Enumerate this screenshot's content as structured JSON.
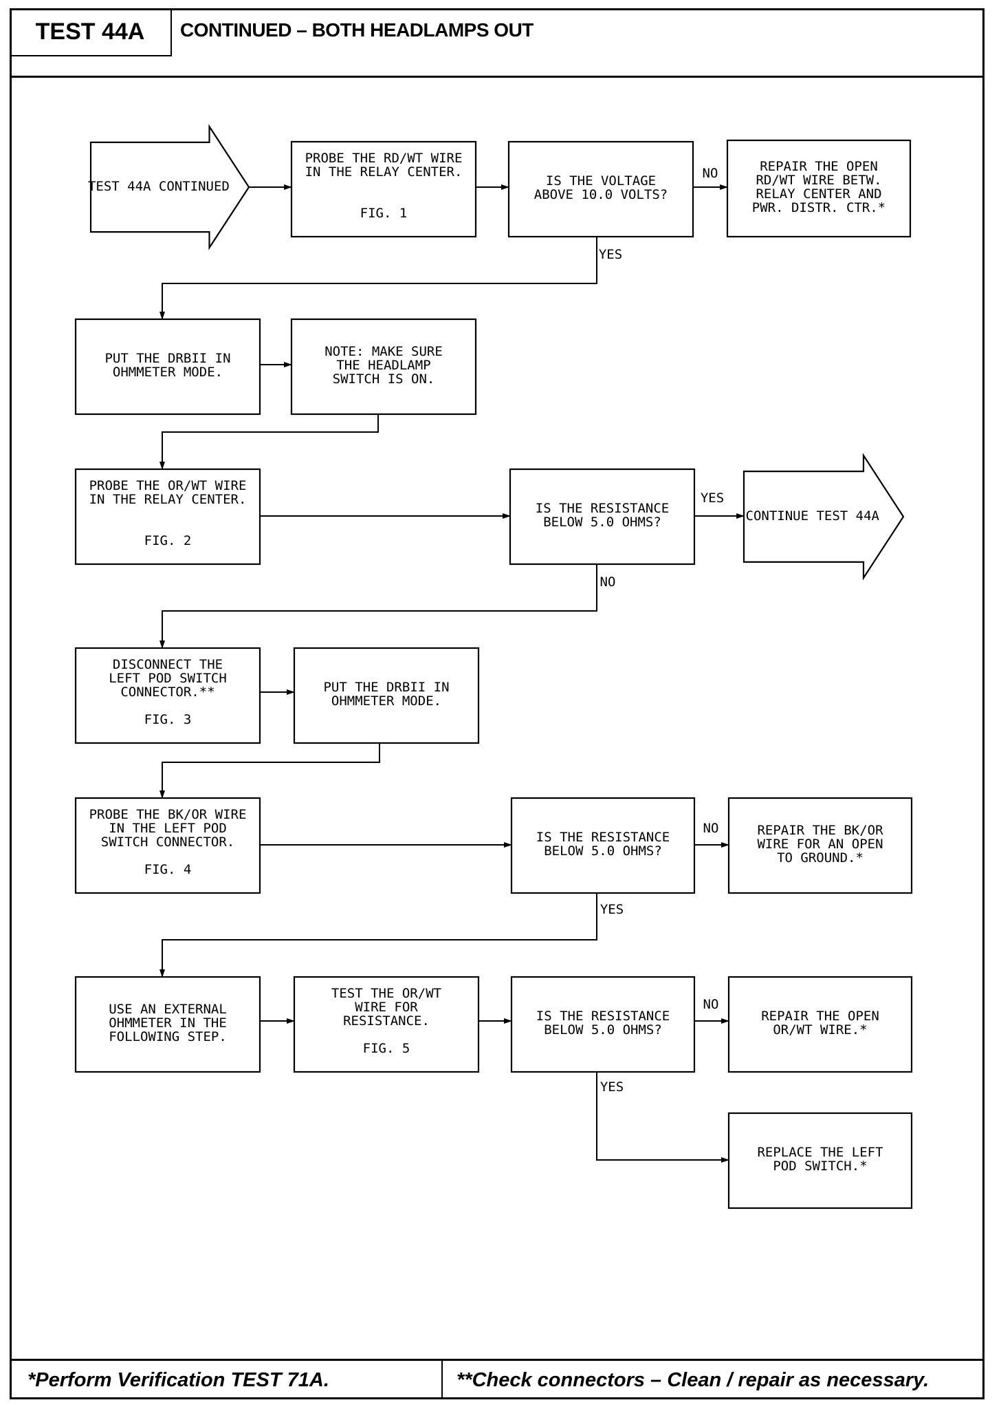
{
  "header": {
    "test_id": "TEST 44A",
    "title": "CONTINUED – BOTH HEADLAMPS OUT"
  },
  "footer": {
    "left_note": "*Perform Verification TEST 71A.",
    "right_note": "**Check connectors – Clean / repair as necessary."
  },
  "flowchart": {
    "nodes": {
      "start": {
        "shape": "arrow",
        "lines": [
          "TEST 44A CONTINUED"
        ]
      },
      "probe_rdwt": {
        "shape": "box",
        "lines": [
          "PROBE THE RD/WT WIRE",
          "IN THE RELAY CENTER."
        ],
        "fig": "FIG. 1"
      },
      "q_voltage": {
        "shape": "box",
        "lines": [
          "IS THE VOLTAGE",
          "ABOVE 10.0 VOLTS?"
        ]
      },
      "repair_rdwt": {
        "shape": "box",
        "lines": [
          "REPAIR THE OPEN",
          "RD/WT WIRE BETW.",
          "RELAY CENTER AND",
          "PWR. DISTR. CTR.*"
        ]
      },
      "drbii_mode_1": {
        "shape": "box",
        "lines": [
          "PUT THE DRBII IN",
          "OHMMETER MODE."
        ]
      },
      "note_switch": {
        "shape": "box",
        "lines": [
          "NOTE: MAKE SURE",
          "THE HEADLAMP",
          "SWITCH IS ON."
        ]
      },
      "probe_orwt": {
        "shape": "box",
        "lines": [
          "PROBE THE OR/WT WIRE",
          "IN THE RELAY CENTER."
        ],
        "fig": "FIG. 2"
      },
      "q_resist_1": {
        "shape": "box",
        "lines": [
          "IS THE RESISTANCE",
          "BELOW 5.0 OHMS?"
        ]
      },
      "continue_44a": {
        "shape": "arrow",
        "lines": [
          "CONTINUE TEST 44A"
        ]
      },
      "disconnect": {
        "shape": "box",
        "lines": [
          "DISCONNECT THE",
          "LEFT POD SWITCH",
          "CONNECTOR.**"
        ],
        "fig": "FIG. 3"
      },
      "drbii_mode_2": {
        "shape": "box",
        "lines": [
          "PUT THE DRBII IN",
          "OHMMETER MODE."
        ]
      },
      "probe_bkor": {
        "shape": "box",
        "lines": [
          "PROBE THE BK/OR WIRE",
          "IN THE LEFT POD",
          "SWITCH CONNECTOR."
        ],
        "fig": "FIG. 4"
      },
      "q_resist_2": {
        "shape": "box",
        "lines": [
          "IS THE RESISTANCE",
          "BELOW 5.0 OHMS?"
        ]
      },
      "repair_bkor": {
        "shape": "box",
        "lines": [
          "REPAIR THE BK/OR",
          "WIRE FOR AN OPEN",
          "TO GROUND.*"
        ]
      },
      "external_ohm": {
        "shape": "box",
        "lines": [
          "USE AN EXTERNAL",
          "OHMMETER IN THE",
          "FOLLOWING STEP."
        ]
      },
      "test_orwt": {
        "shape": "box",
        "lines": [
          "TEST THE OR/WT",
          "WIRE FOR",
          "RESISTANCE."
        ],
        "fig": "FIG. 5"
      },
      "q_resist_3": {
        "shape": "box",
        "lines": [
          "IS THE RESISTANCE",
          "BELOW 5.0 OHMS?"
        ]
      },
      "repair_orwt": {
        "shape": "box",
        "lines": [
          "REPAIR THE OPEN",
          "OR/WT WIRE.*"
        ]
      },
      "replace_pod": {
        "shape": "box",
        "lines": [
          "REPLACE THE LEFT",
          "POD SWITCH.*"
        ]
      }
    },
    "edges": [
      {
        "from": "start",
        "to": "probe_rdwt",
        "label": ""
      },
      {
        "from": "probe_rdwt",
        "to": "q_voltage",
        "label": ""
      },
      {
        "from": "q_voltage",
        "to": "repair_rdwt",
        "label": "NO"
      },
      {
        "from": "q_voltage",
        "to": "drbii_mode_1",
        "label": "YES"
      },
      {
        "from": "drbii_mode_1",
        "to": "note_switch",
        "label": ""
      },
      {
        "from": "note_switch",
        "to": "probe_orwt",
        "label": ""
      },
      {
        "from": "probe_orwt",
        "to": "q_resist_1",
        "label": ""
      },
      {
        "from": "q_resist_1",
        "to": "continue_44a",
        "label": "YES"
      },
      {
        "from": "q_resist_1",
        "to": "disconnect",
        "label": "NO"
      },
      {
        "from": "disconnect",
        "to": "drbii_mode_2",
        "label": ""
      },
      {
        "from": "drbii_mode_2",
        "to": "probe_bkor",
        "label": ""
      },
      {
        "from": "probe_bkor",
        "to": "q_resist_2",
        "label": ""
      },
      {
        "from": "q_resist_2",
        "to": "repair_bkor",
        "label": "NO"
      },
      {
        "from": "q_resist_2",
        "to": "external_ohm",
        "label": "YES"
      },
      {
        "from": "external_ohm",
        "to": "test_orwt",
        "label": ""
      },
      {
        "from": "test_orwt",
        "to": "q_resist_3",
        "label": ""
      },
      {
        "from": "q_resist_3",
        "to": "repair_orwt",
        "label": "NO"
      },
      {
        "from": "q_resist_3",
        "to": "replace_pod",
        "label": "YES"
      }
    ]
  }
}
